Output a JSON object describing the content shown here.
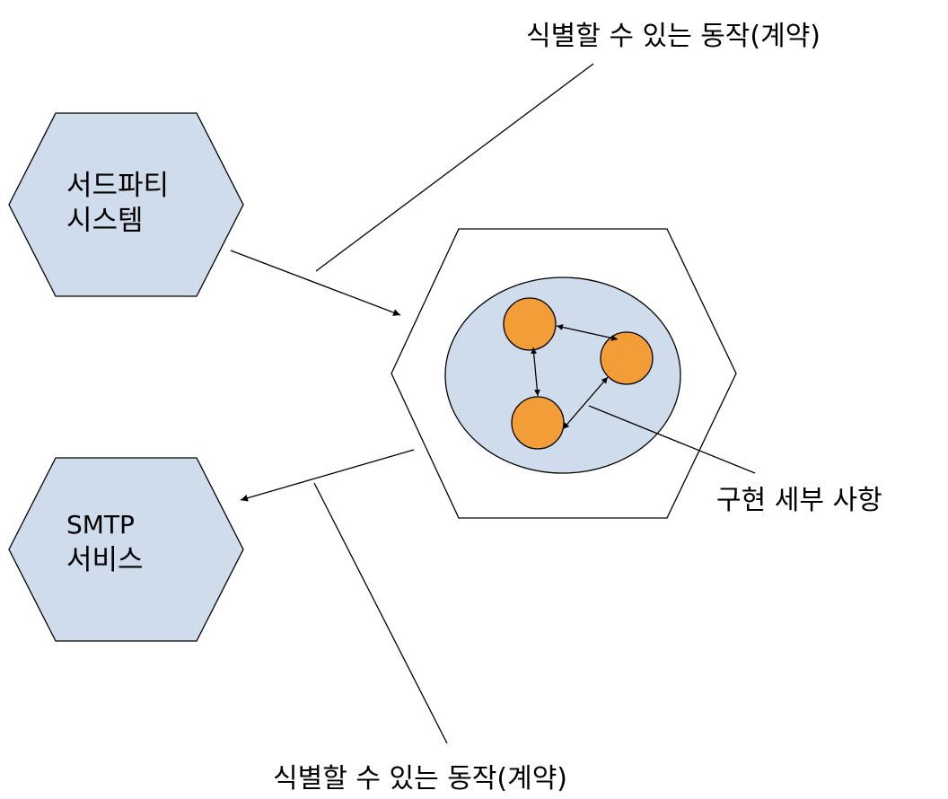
{
  "colors": {
    "hex_fill": "#cfdcec",
    "hex_stroke": "#000000",
    "component_fill": "#f29d38",
    "line": "#000000",
    "background": "#ffffff"
  },
  "external_systems": [
    {
      "lines": [
        "서드파티",
        "시스템"
      ]
    },
    {
      "lines": [
        "SMTP",
        "서비스"
      ]
    }
  ],
  "core": {
    "components": 3,
    "label": "구현 세부 사항"
  },
  "contract_labels": {
    "top": "식별할 수 있는 동작(계약)",
    "bottom": "식별할 수 있는 동작(계약)"
  }
}
